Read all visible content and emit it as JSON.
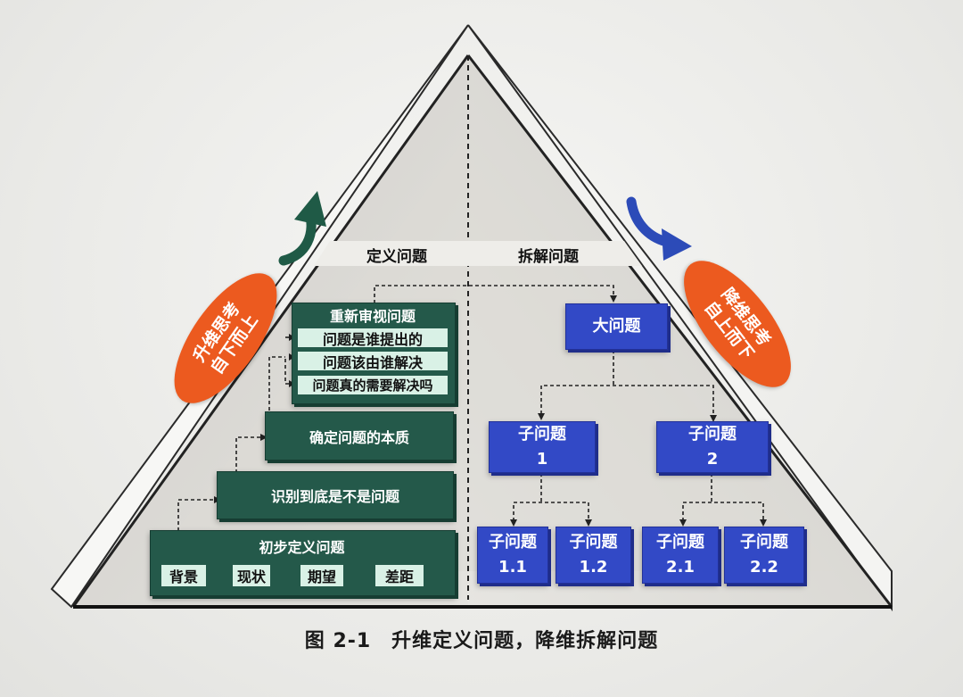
{
  "header_left": "定义问题",
  "header_right": "拆解问题",
  "left_stack": {
    "rethink_title": "重新审视问题",
    "rethink_items": [
      "问题是谁提出的",
      "问题该由谁解决",
      "问题真的需要解决吗"
    ],
    "step3": "确定问题的本质",
    "step2": "识别到底是不是问题",
    "step1": "初步定义问题",
    "flow": [
      "背景",
      "现状",
      "期望",
      "差距"
    ]
  },
  "right_tree": {
    "root": "大问题",
    "child1": {
      "line1": "子问题",
      "line2": "1"
    },
    "child2": {
      "line1": "子问题",
      "line2": "2"
    },
    "leaves": [
      {
        "line1": "子问题",
        "line2": "1.1"
      },
      {
        "line1": "子问题",
        "line2": "1.2"
      },
      {
        "line1": "子问题",
        "line2": "2.1"
      },
      {
        "line1": "子问题",
        "line2": "2.2"
      }
    ]
  },
  "left_badge": {
    "line1": "升维思考",
    "line2": "自下而上"
  },
  "right_badge": {
    "line1": "降维思考",
    "line2": "自上而下"
  },
  "caption": "图 2-1　升维定义问题，降维拆解问题",
  "colors": {
    "green": "#24594a",
    "light_green": "#d9f1e6",
    "blue": "#3249c6",
    "orange": "#ec5a1f",
    "arrow_green": "#1f5a46",
    "arrow_blue": "#2c4bb8"
  }
}
